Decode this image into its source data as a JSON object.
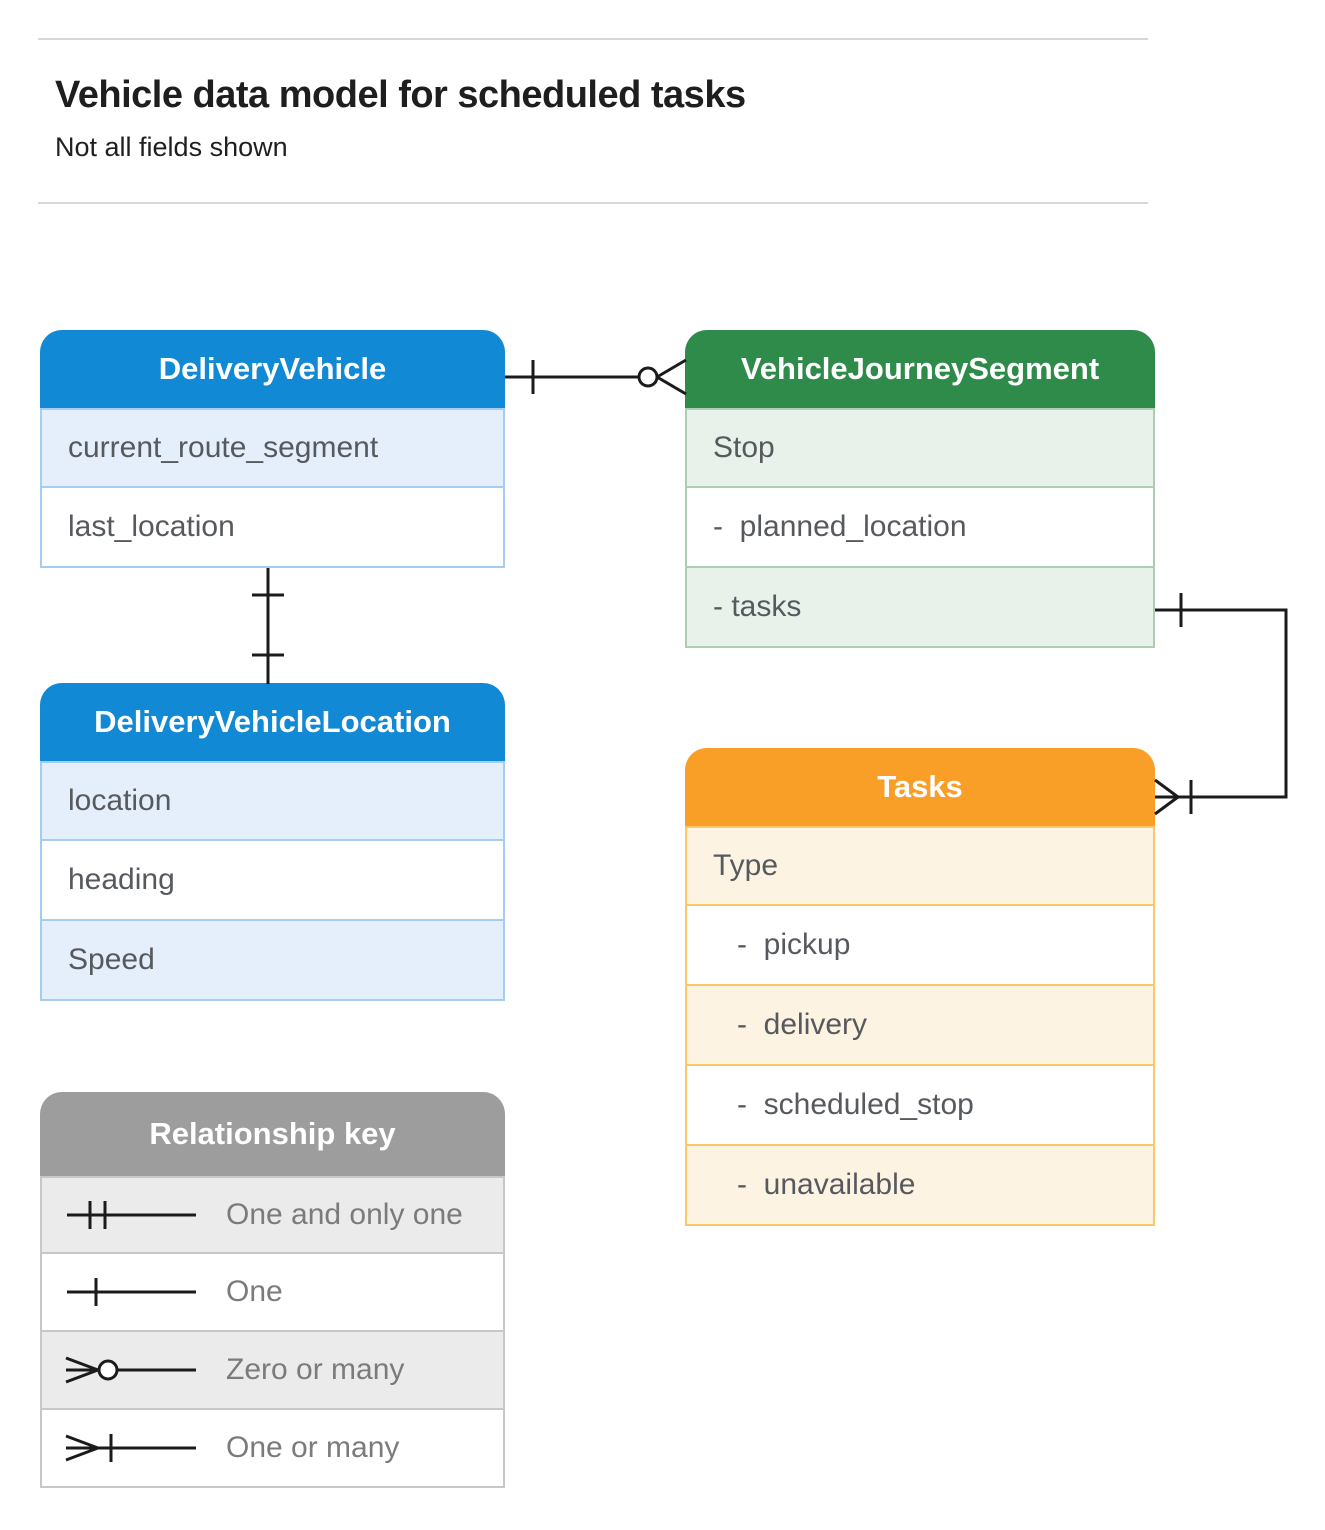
{
  "header": {
    "title": "Vehicle data model for scheduled tasks",
    "subtitle": "Not all fields shown"
  },
  "entities": {
    "delivery_vehicle": {
      "title": "DeliveryVehicle",
      "fields": [
        "current_route_segment",
        "last_location"
      ]
    },
    "vehicle_journey_segment": {
      "title": "VehicleJourneySegment",
      "fields": [
        "Stop",
        "-  planned_location",
        "- tasks"
      ]
    },
    "delivery_vehicle_location": {
      "title": "DeliveryVehicleLocation",
      "fields": [
        "location",
        "heading",
        "Speed"
      ]
    },
    "tasks": {
      "title": "Tasks",
      "fields": [
        "Type",
        "-  pickup",
        "-  delivery",
        "-  scheduled_stop",
        "-  unavailable"
      ]
    }
  },
  "legend": {
    "title": "Relationship key",
    "items": [
      {
        "symbol": "one-and-only-one",
        "label": "One and only one"
      },
      {
        "symbol": "one",
        "label": "One"
      },
      {
        "symbol": "zero-or-many",
        "label": "Zero or many"
      },
      {
        "symbol": "one-or-many",
        "label": "One or many"
      }
    ]
  },
  "relationships": [
    {
      "from": "DeliveryVehicle",
      "from_cardinality": "one",
      "to": "VehicleJourneySegment",
      "to_cardinality": "zero-or-many"
    },
    {
      "from": "DeliveryVehicle",
      "from_cardinality": "one",
      "to": "DeliveryVehicleLocation",
      "to_cardinality": "one"
    },
    {
      "from": "VehicleJourneySegment.tasks",
      "from_cardinality": "one",
      "to": "Tasks",
      "to_cardinality": "one-or-many"
    }
  ],
  "colors": {
    "blue_header": "#1289d4",
    "blue_tint": "#e4effb",
    "green_header": "#2f8b49",
    "green_tint": "#e8f2ea",
    "orange_header": "#f99e26",
    "orange_tint": "#fdf3e2",
    "gray_header": "#9d9d9d",
    "gray_tint": "#ebebeb",
    "row_text": "#56595e",
    "connector": "#1b1b1b"
  }
}
